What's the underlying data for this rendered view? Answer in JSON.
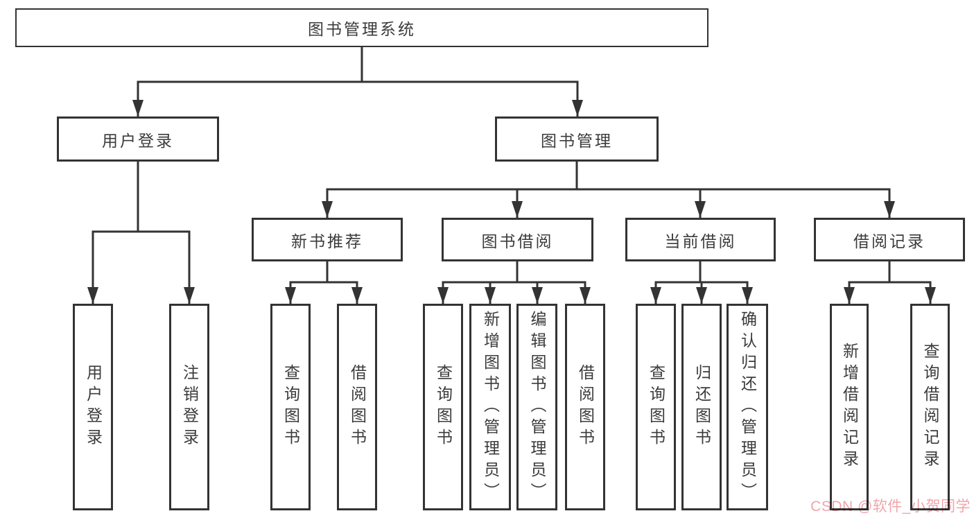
{
  "diagram": {
    "watermark": "CSDN @软件_小贺同学",
    "colors": {
      "line": "#333333",
      "text": "#3b3b3b",
      "watermark_pink": "#f0a4ab",
      "background": "#ffffff"
    },
    "nodes": {
      "root": "图书管理系统",
      "user_login": "用户登录",
      "book_mgmt": "图书管理",
      "new_book_rec": "新书推荐",
      "book_borrow": "图书借阅",
      "current_borrow": "当前借阅",
      "borrow_record": "借阅记录",
      "leaf_user_login": "用户登录",
      "leaf_logout": "注销登录",
      "leaf_nbr_query": "查询图书",
      "leaf_nbr_borrow": "借阅图书",
      "leaf_bb_query": "查询图书",
      "leaf_bb_add": "新增图书（管理员）",
      "leaf_bb_edit": "编辑图书（管理员）",
      "leaf_bb_borrow": "借阅图书",
      "leaf_cb_query": "查询图书",
      "leaf_cb_return": "归还图书",
      "leaf_cb_confirm": "确认归还（管理员）",
      "leaf_br_add": "新增借阅记录",
      "leaf_br_query": "查询借阅记录"
    },
    "edges": [
      [
        "root",
        "user_login"
      ],
      [
        "root",
        "book_mgmt"
      ],
      [
        "user_login",
        "leaf_user_login"
      ],
      [
        "user_login",
        "leaf_logout"
      ],
      [
        "book_mgmt",
        "new_book_rec"
      ],
      [
        "book_mgmt",
        "book_borrow"
      ],
      [
        "book_mgmt",
        "current_borrow"
      ],
      [
        "book_mgmt",
        "borrow_record"
      ],
      [
        "new_book_rec",
        "leaf_nbr_query"
      ],
      [
        "new_book_rec",
        "leaf_nbr_borrow"
      ],
      [
        "book_borrow",
        "leaf_bb_query"
      ],
      [
        "book_borrow",
        "leaf_bb_add"
      ],
      [
        "book_borrow",
        "leaf_bb_edit"
      ],
      [
        "book_borrow",
        "leaf_bb_borrow"
      ],
      [
        "current_borrow",
        "leaf_cb_query"
      ],
      [
        "current_borrow",
        "leaf_cb_return"
      ],
      [
        "current_borrow",
        "leaf_cb_confirm"
      ],
      [
        "borrow_record",
        "leaf_br_add"
      ],
      [
        "borrow_record",
        "leaf_br_query"
      ]
    ]
  }
}
